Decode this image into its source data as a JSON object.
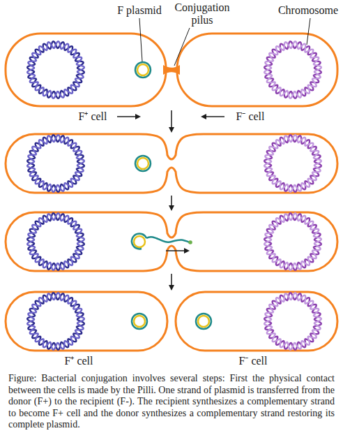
{
  "diagram": {
    "caption": "Figure: Bacterial conjugation involves several steps: First the physical contact between the cells is made by the Pilli. One strand of plasmid is transferred from the donor (F+) to the recipient (F-). The recipient synthesizes a complementary strand to become F+ cell and the donor synthesizes a complementary strand restoring its complete plasmid.",
    "labels": [
      "F plasmid",
      "Conjugation pilus",
      "Chromosome",
      "F⁺ cell",
      "F⁻ cell",
      "F⁺ cell",
      "F⁻ cell"
    ]
  }
}
